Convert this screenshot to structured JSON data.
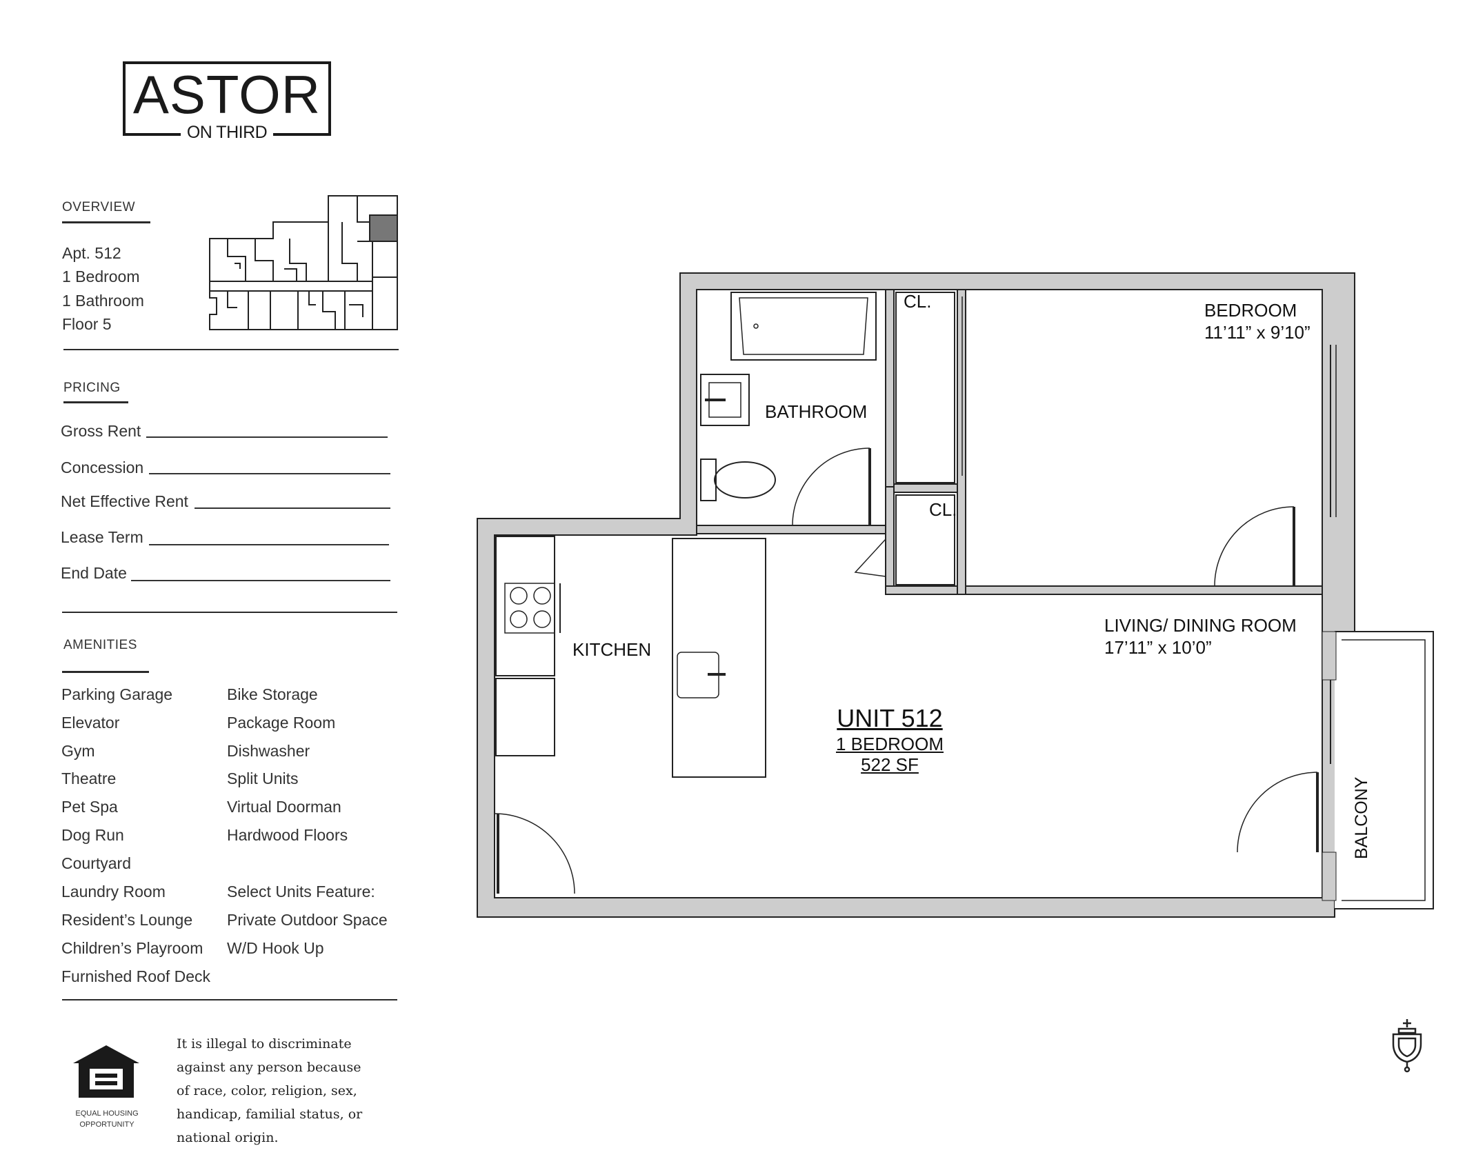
{
  "logo": {
    "main": "ASTOR",
    "sub": "ON THIRD"
  },
  "overview": {
    "heading": "OVERVIEW",
    "lines": [
      "Apt. 512",
      "1 Bedroom",
      "1 Bathroom",
      "Floor 5"
    ]
  },
  "pricing": {
    "heading": "PRICING",
    "fields": [
      "Gross Rent",
      "Concession",
      "Net Effective Rent",
      "Lease Term",
      "End Date"
    ]
  },
  "amenities": {
    "heading": "AMENITIES",
    "col1": [
      "Parking Garage",
      "Elevator",
      "Gym",
      "Theatre",
      "Pet Spa",
      "Dog Run",
      "Courtyard",
      "Laundry Room",
      "Resident’s Lounge",
      "Children’s Playroom",
      "Furnished Roof Deck"
    ],
    "col2": [
      "Bike Storage",
      "Package Room",
      "Dishwasher",
      "Split Units",
      "Virtual Doorman",
      "Hardwood Floors",
      "",
      "Select Units Feature:",
      "Private Outdoor Space",
      "W/D Hook Up"
    ]
  },
  "equal_housing": {
    "line1": "EQUAL HOUSING",
    "line2": "OPPORTUNITY"
  },
  "disclaimer": [
    "It is illegal to discriminate",
    "against any person because",
    "of race, color, religion, sex,",
    "handicap, familial status, or",
    "national origin."
  ],
  "plan": {
    "closet1": "CL.",
    "closet2": "CL.",
    "bedroom": "BEDROOM",
    "bedroom_dims": "11’11” x 9’10”",
    "bathroom": "BATHROOM",
    "kitchen": "KITCHEN",
    "living": "LIVING/ DINING ROOM",
    "living_dims": "17’11” x 10’0”",
    "unit": "UNIT 512",
    "unit_type": "1 BEDROOM",
    "unit_area": "522 SF",
    "balcony": "BALCONY"
  },
  "colors": {
    "wall": "#cdcdcd",
    "line": "#222222",
    "keyplan_highlight": "#777777"
  }
}
